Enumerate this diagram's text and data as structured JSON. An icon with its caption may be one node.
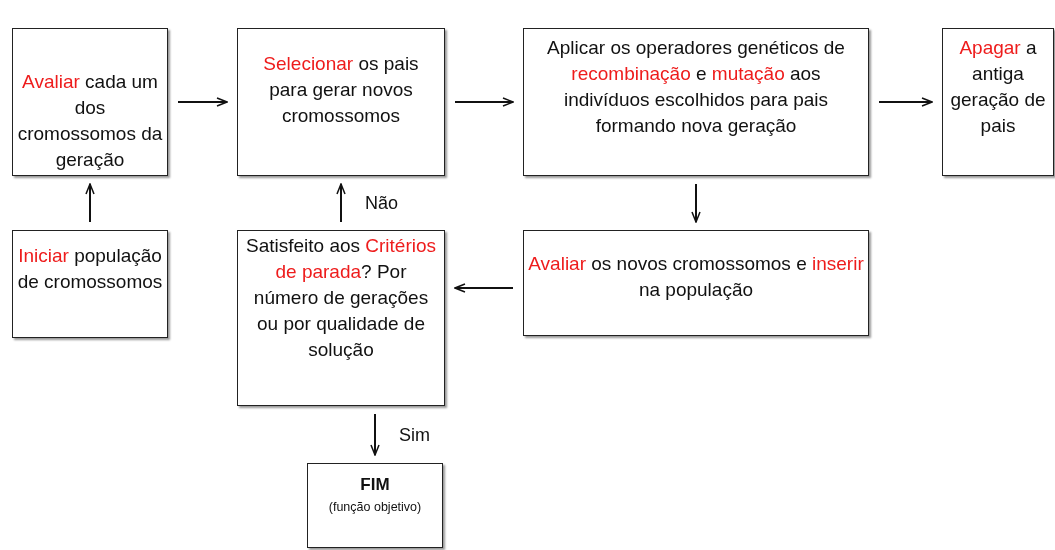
{
  "diagram": {
    "nodes": [
      {
        "text": [
          "*Avaliar* cada um dos cromossomos da geração"
        ]
      },
      {
        "text": [
          "*Selecionar* os pais para gerar novos cromossomos"
        ]
      },
      {
        "text": [
          "Aplicar os operadores genéticos de *recombinação* e *mutação* aos indivíduos escolhidos para pais formando nova geração"
        ]
      },
      {
        "text": [
          "*Apagar* a antiga geração de pais"
        ]
      },
      {
        "text": [
          "*Iniciar* população de cromossomos"
        ]
      },
      {
        "text": [
          "Satisfeito aos *Critérios de parada*? Por número de gerações ou por qualidade de solução"
        ]
      },
      {
        "text": [
          "*Avaliar* os novos cromossomos e *inserir* na população"
        ]
      },
      {
        "text": [
          "FIM",
          "(função objetivo)"
        ]
      }
    ],
    "edges": [
      {
        "from": 0,
        "to": 1,
        "arrow": "to"
      },
      {
        "from": 1,
        "to": 2,
        "arrow": "to"
      },
      {
        "from": 2,
        "to": 3,
        "arrow": "to"
      },
      {
        "from": 4,
        "to": 0,
        "arrow": "to"
      },
      {
        "from": 5,
        "to": 1,
        "arrow": "to",
        "label": "Não"
      },
      {
        "from": 2,
        "to": 6,
        "arrow": "to"
      },
      {
        "from": 6,
        "to": 5,
        "arrow": "to"
      },
      {
        "from": 5,
        "to": 7,
        "arrow": "to",
        "label": "Sim"
      }
    ]
  }
}
